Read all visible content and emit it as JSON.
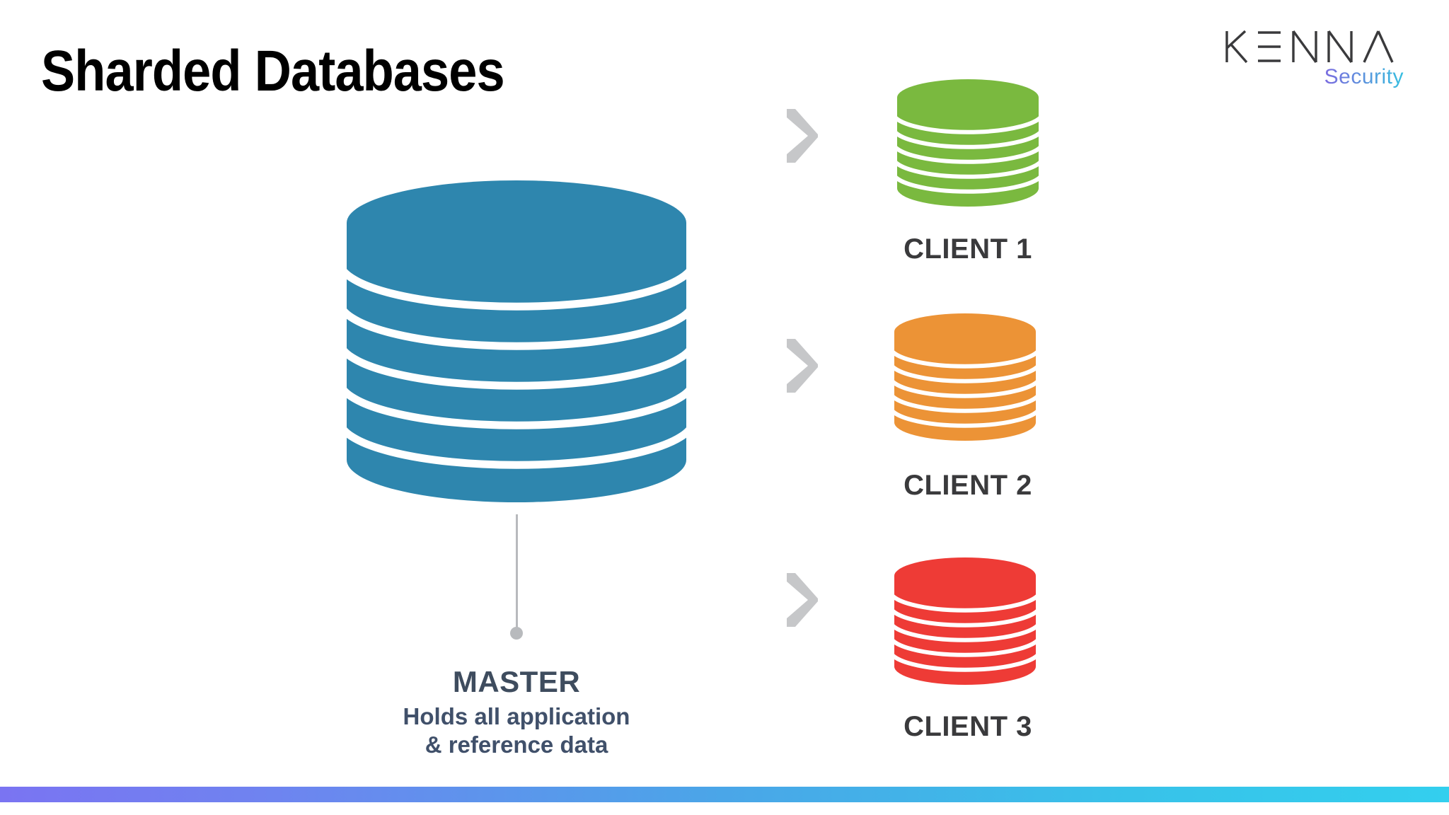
{
  "slide": {
    "title": "Sharded Databases",
    "background_color": "#ffffff"
  },
  "logo": {
    "wordmark": "KENNA",
    "tagline": "Security",
    "wordmark_color": "#3a3a3c",
    "tagline_gradient_start": "#7b6ce0",
    "tagline_gradient_end": "#35bfe0"
  },
  "master": {
    "title": "MASTER",
    "subtitle_line1": "Holds all application",
    "subtitle_line2": "& reference data",
    "color": "#2e86ae",
    "disc_count": 6,
    "text_color": "#3e4c5e"
  },
  "connector": {
    "line_color": "#b8babd",
    "dot_color": "#b8babd"
  },
  "clients": [
    {
      "label": "CLIENT 1",
      "color": "#7ab93f",
      "arrow_icon": "chevron-right-icon"
    },
    {
      "label": "CLIENT 2",
      "color": "#ec9336",
      "arrow_icon": "chevron-right-icon"
    },
    {
      "label": "CLIENT 3",
      "color": "#ee3b36",
      "arrow_icon": "chevron-right-icon"
    }
  ],
  "arrow_color": "#c6c7c9",
  "label_color": "#3a3a3c",
  "bottom_bar": {
    "gradient_start": "#7a74f2",
    "gradient_end": "#33cfee"
  }
}
